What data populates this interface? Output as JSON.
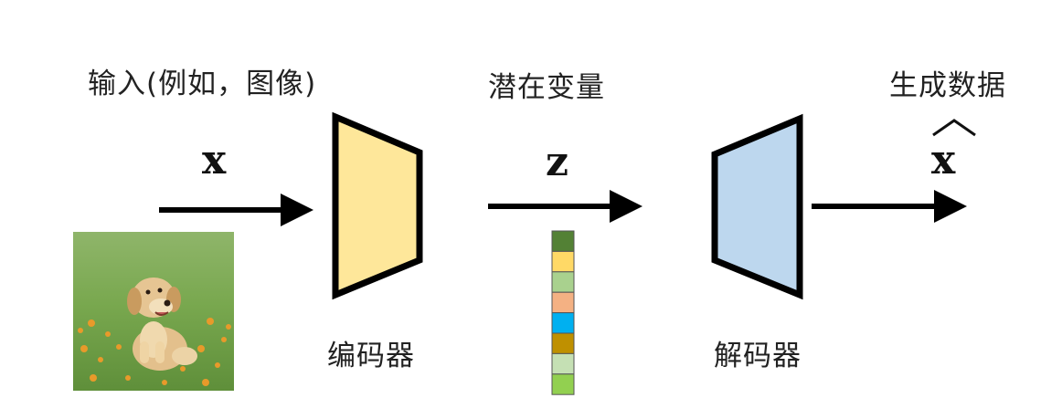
{
  "labels": {
    "input": "输入(例如，图像)",
    "latent": "潜在变量",
    "generated": "生成数据",
    "encoder": "编码器",
    "decoder": "解码器"
  },
  "symbols": {
    "input_var": "x",
    "latent_var": "z",
    "output_var": "x"
  },
  "colors": {
    "encoder_fill": "#FEE79A",
    "decoder_fill": "#BDD7EE",
    "latent_cells": [
      "#538135",
      "#FFD966",
      "#A9D18E",
      "#F4B183",
      "#00B0F0",
      "#BF9000",
      "#C5E0B4",
      "#92D050"
    ]
  },
  "image": {
    "subject": "puppy on grass"
  }
}
